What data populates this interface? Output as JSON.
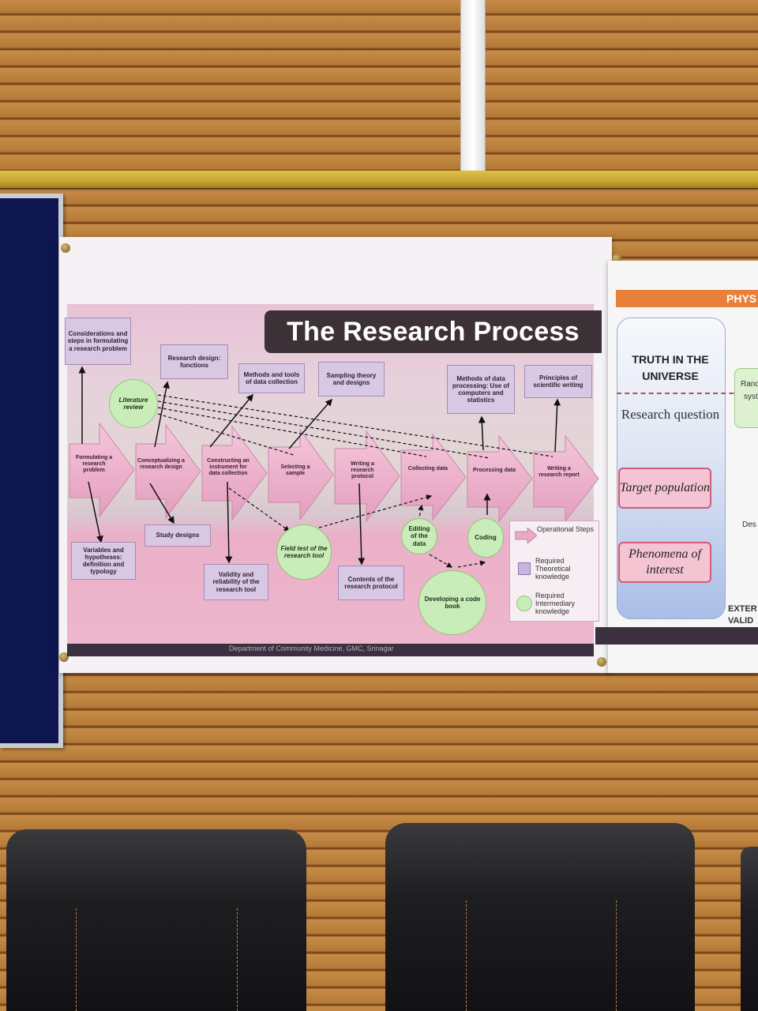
{
  "poster": {
    "title": "The Research Process",
    "footer": "Department of Community Medicine, GMC, Srinagar",
    "steps": [
      "Formulating a research problem",
      "Conceptualizing a research design",
      "Constructing an instrument for data collection",
      "Selecting a sample",
      "Writing a research protocol",
      "Collecting data",
      "Processing data",
      "Writing a research report"
    ],
    "theory": {
      "considerations": "Considerations and steps in formulating a research problem",
      "design_functions": "Research design: functions",
      "methods_tools": "Methods and tools of data collection",
      "sampling": "Sampling theory and designs",
      "methods_processing": "Methods of data processing: Use of computers and statistics",
      "principles": "Principles of scientific writing",
      "variables": "Variables and hypotheses: definition and typology",
      "study_designs": "Study designs",
      "validity": "Validity and reliability of the research tool",
      "contents": "Contents of the research protocol"
    },
    "intermediary": {
      "literature": "Literature review",
      "field_test": "Field test of the research tool",
      "editing": "Editing of the data",
      "coding": "Coding",
      "codebook": "Developing a code book"
    },
    "legend": {
      "operational": "Operational Steps",
      "theoretical": "Required Theoretical knowledge",
      "intermediary": "Required Intermediary knowledge"
    },
    "colors": {
      "step_arrow": "#e9a9c6",
      "theory_box": "#d9c8e4",
      "circle": "#c9edb8",
      "title_bg": "#3c3136"
    }
  },
  "poster2": {
    "header": "PHYS",
    "truth": "TRUTH IN THE UNIVERSE",
    "question": "Research question",
    "target": "Target population",
    "phenomena": "Phenomena of interest",
    "side_rand": "Rand",
    "side_syst": "syst",
    "side_des": "Des",
    "bottom1": "EXTER",
    "bottom2": "VALID"
  }
}
